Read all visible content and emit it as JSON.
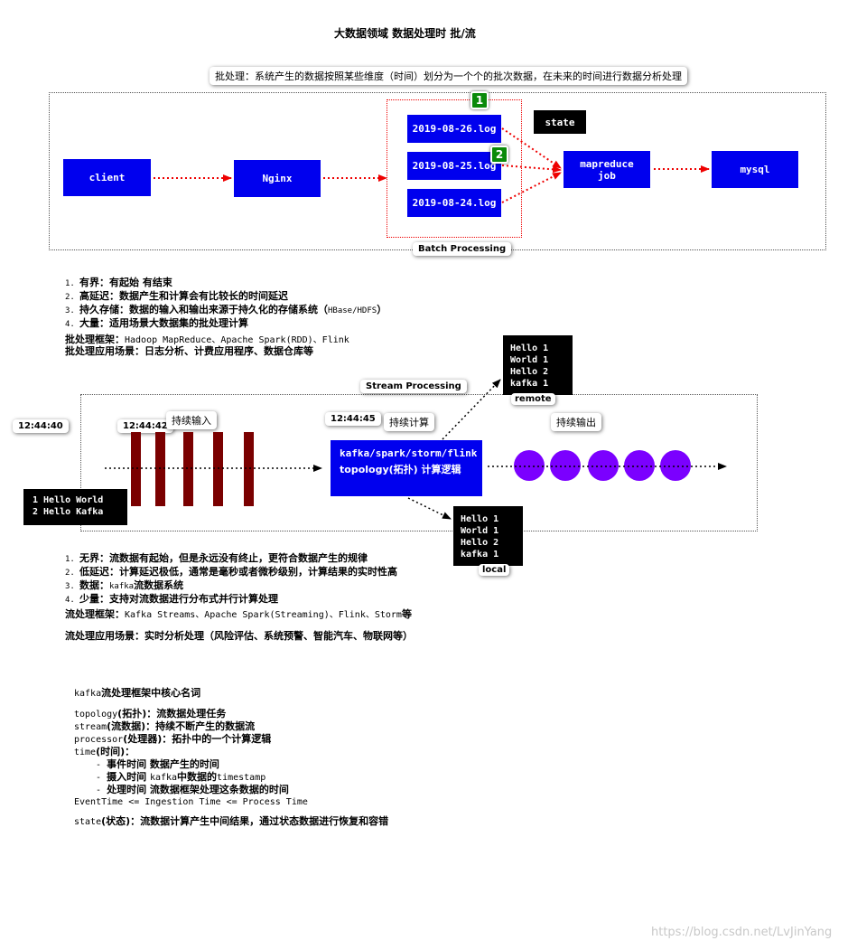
{
  "title": "大数据领域 数据处理时 批/流",
  "batch": {
    "definition": "批处理：系统产生的数据按照某些维度（时间）划分为一个个的批次数据，在未来的时间进行数据分析处理",
    "client": "client",
    "nginx": "Nginx",
    "logs": [
      "2019-08-26.log",
      "2019-08-25.log",
      "2019-08-24.log"
    ],
    "badge1": "1",
    "badge2": "2",
    "state": "state",
    "mapreduce": "mapreduce\njob",
    "mysql": "mysql",
    "label": "Batch Processing"
  },
  "batch_features": [
    {
      "num": "1.",
      "strong": "有界：有起始 有结束",
      "rest": ""
    },
    {
      "num": "2.",
      "strong": "高延迟：数据产生和计算会有比较长的时间延迟",
      "rest": ""
    },
    {
      "num": "3.",
      "strong": "持久存储：数据的输入和输出来源于持久化的存储系统（",
      "rest": "HBase/HDFS",
      "tail": "）"
    },
    {
      "num": "4.",
      "strong": "大量：适用场景大数据集的批处理计算",
      "rest": ""
    }
  ],
  "batch_frameworks": {
    "label": "批处理框架：",
    "value": "Hadoop MapReduce、Apache Spark(RDD)、Flink"
  },
  "batch_scenarios": "批处理应用场景：日志分析、计费应用程序、数据仓库等",
  "stream": {
    "label": "Stream Processing",
    "time1": "12:44:40",
    "time2": "12:44:42",
    "time3": "12:44:45",
    "input_label": "持续输入",
    "compute_label": "持续计算",
    "output_label": "持续输出",
    "input_lines": [
      "1 Hello World",
      "2 Hello Kafka"
    ],
    "engine_line1": "kafka/spark/storm/flink",
    "engine_line2": "topology(拓扑) 计算逻辑",
    "remote_lines": [
      "Hello 1",
      "World 1",
      "Hello 2",
      "kafka 1"
    ],
    "remote_label": "remote",
    "local_lines": [
      "Hello 1",
      "World 1",
      "Hello 2",
      "kafka 1"
    ],
    "local_label": "local"
  },
  "stream_features": [
    {
      "num": "1.",
      "strong": "无界：流数据有起始，但是永远没有终止，更符合数据产生的规律",
      "rest": ""
    },
    {
      "num": "2.",
      "strong": "低延迟：计算延迟极低，通常是毫秒或者微秒级别，计算结果的实时性高",
      "rest": ""
    },
    {
      "num": "3.",
      "strong": "数据：",
      "rest": "kafka",
      "tail": "流数据系统"
    },
    {
      "num": "4.",
      "strong": "少量：支持对流数据进行分布式并行计算处理",
      "rest": ""
    }
  ],
  "stream_frameworks": {
    "label": "流处理框架：",
    "value": "Kafka Streams、Apache Spark(Streaming)、Flink、Storm",
    "tail": "等"
  },
  "stream_scenarios": "流处理应用场景：实时分析处理（风险评估、系统预警、智能汽车、物联网等）",
  "kafka_terms": {
    "heading_pre": "kafka",
    "heading": "流处理框架中核心名词",
    "topology_pre": "topology",
    "topology": "(拓扑)：流数据处理任务",
    "stream_pre": "stream",
    "stream": "(流数据)：持续不断产生的数据流",
    "processor_pre": "processor",
    "processor": "(处理器)：拓扑中的一个计算逻辑",
    "time_pre": "time",
    "time": "(时间)：",
    "time_items": [
      {
        "pre": "  - ",
        "strong": "事件时间 数据产生的时间",
        "rest": "",
        "tail": ""
      },
      {
        "pre": "  - ",
        "strong": "摄入时间 ",
        "rest": "kafka",
        "tail": "中数据的",
        "rest2": "timestamp"
      },
      {
        "pre": "  - ",
        "strong": "处理时间 流数据框架处理这条数据的时间",
        "rest": "",
        "tail": ""
      }
    ],
    "order": "EventTime <= Ingestion Time <= Process Time",
    "state_pre": "state",
    "state": "(状态)：流数据计算产生中间结果，通过状态数据进行恢复和容错"
  },
  "watermark": "https://blog.csdn.net/LvJinYang"
}
